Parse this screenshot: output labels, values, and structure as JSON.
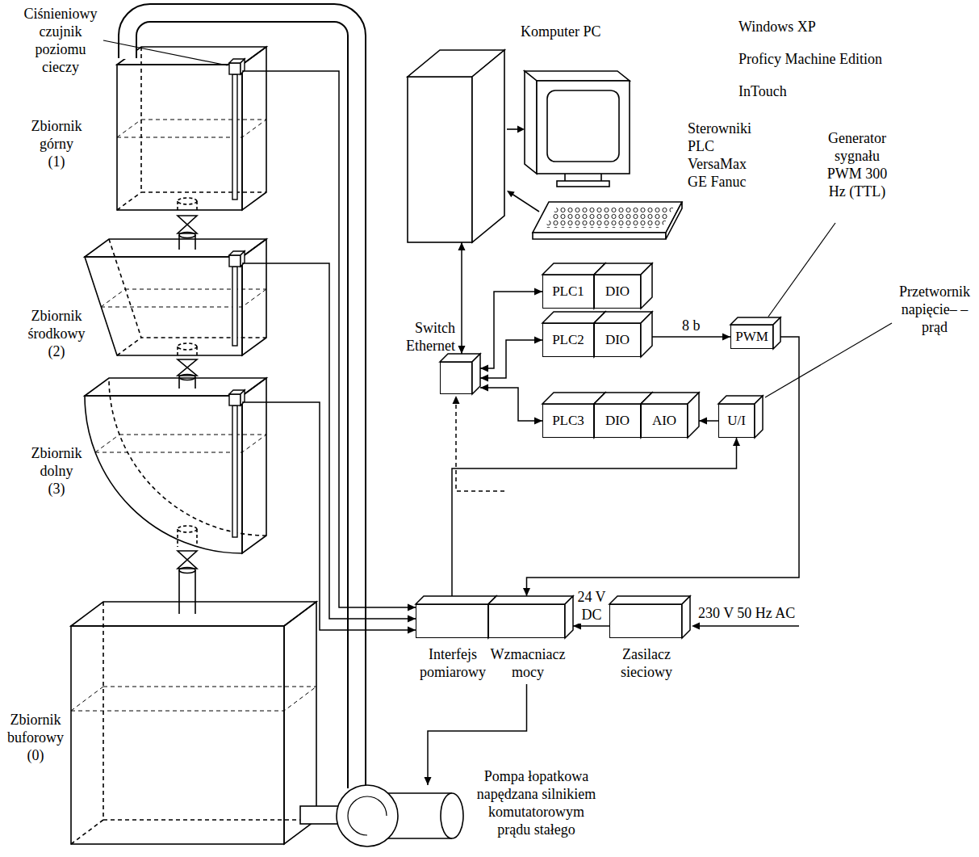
{
  "diagram": {
    "nodes": [
      {
        "text": [
          "Zbiornik górny (1)"
        ]
      },
      {
        "text": [
          "Zbiornik środkowy (2)"
        ]
      },
      {
        "text": [
          "Zbiornik dolny (3)"
        ]
      },
      {
        "text": [
          "Zbiornik buforowy (0)"
        ]
      },
      {
        "text": [
          "Komputer PC"
        ]
      },
      {
        "text": [
          "Switch Ethernet"
        ]
      },
      {
        "text": [
          "PLC1"
        ]
      },
      {
        "text": [
          "DIO"
        ]
      },
      {
        "text": [
          "PLC2"
        ]
      },
      {
        "text": [
          "DIO"
        ]
      },
      {
        "text": [
          "PWM"
        ]
      },
      {
        "text": [
          "PLC3"
        ]
      },
      {
        "text": [
          "DIO"
        ]
      },
      {
        "text": [
          "AIO"
        ]
      },
      {
        "text": [
          "U/I"
        ]
      },
      {
        "text": [
          "Interfejs pomiarowy"
        ]
      },
      {
        "text": [
          "Wzmacniacz mocy"
        ]
      },
      {
        "text": [
          "Zasilacz sieciowy"
        ]
      },
      {
        "text": [
          "Pompa łopatkowa napędzana silnikiem komutatorowym prądu stałego"
        ]
      }
    ],
    "edges": [
      {
        "from": 0,
        "to": 15,
        "arrow": "to"
      },
      {
        "from": 1,
        "to": 15,
        "arrow": "to"
      },
      {
        "from": 2,
        "to": 15,
        "arrow": "to"
      },
      {
        "from": 5,
        "to": 4,
        "arrow": "both"
      },
      {
        "from": 5,
        "to": 6,
        "arrow": "both"
      },
      {
        "from": 5,
        "to": 8,
        "arrow": "both"
      },
      {
        "from": 5,
        "to": 11,
        "arrow": "both"
      },
      {
        "from": 9,
        "to": 10,
        "label": "8 b",
        "arrow": "to"
      },
      {
        "from": 10,
        "to": 16,
        "arrow": "to"
      },
      {
        "from": 14,
        "to": 13,
        "arrow": "to"
      },
      {
        "from": 15,
        "to": 14,
        "arrow": "to"
      },
      {
        "from": 17,
        "to": 16,
        "label": "24 V DC",
        "arrow": "to"
      },
      {
        "from": 16,
        "to": 18,
        "arrow": "to"
      }
    ],
    "labels": [
      "Ciśnieniowy czujnik poziomu cieczy",
      "Windows XP",
      "Proficy Machine Edition",
      "InTouch",
      "Sterowniki PLC VersaMax GE Fanuc",
      "Generator sygnału PWM 300 Hz (TTL)",
      "Przetwornik napięcie– –prąd",
      "230 V 50 Hz AC"
    ]
  }
}
